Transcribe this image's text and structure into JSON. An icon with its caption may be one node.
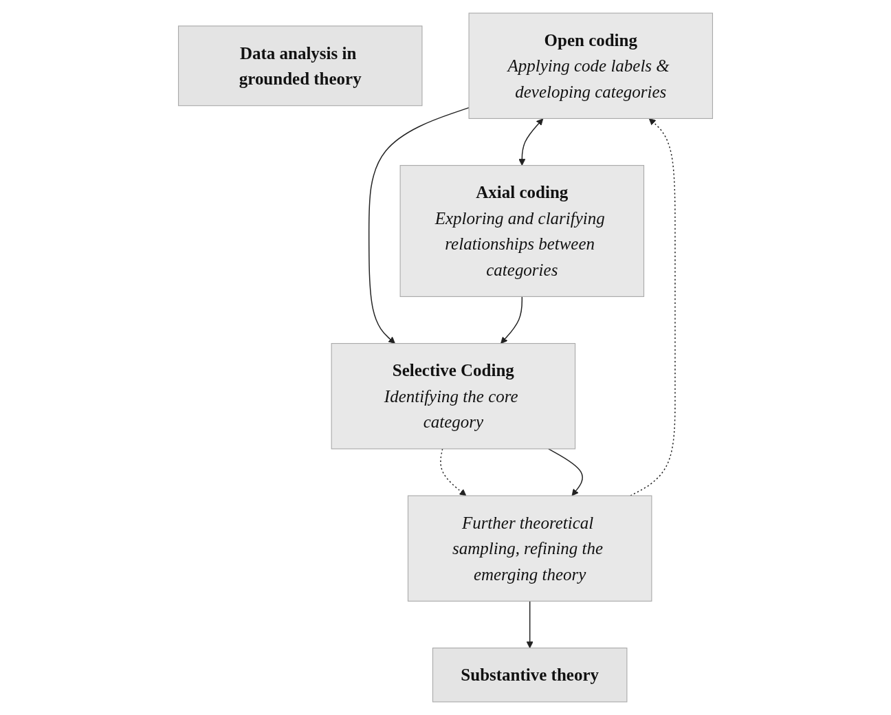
{
  "diagram": {
    "nodes": [
      {
        "text": [
          "Data analysis in grounded theory"
        ]
      },
      {
        "text": [
          "Open coding",
          "Applying code labels & developing categories"
        ]
      },
      {
        "text": [
          "Axial coding",
          "Exploring and clarifying relationships between categories"
        ]
      },
      {
        "text": [
          "Selective Coding",
          "Identifying the core category"
        ]
      },
      {
        "text": [
          "Further theoretical sampling, refining the emerging theory"
        ]
      },
      {
        "text": [
          "Substantive theory"
        ]
      }
    ],
    "edges": [
      {
        "from": 1,
        "to": 2,
        "arrow": "both"
      },
      {
        "from": 1,
        "to": 3,
        "arrow": "to"
      },
      {
        "from": 2,
        "to": 3,
        "arrow": "to"
      },
      {
        "from": 3,
        "to": 4,
        "arrow": "to",
        "style": "dashed"
      },
      {
        "from": 3,
        "to": 4,
        "arrow": "to"
      },
      {
        "from": 4,
        "to": 1,
        "arrow": "to",
        "style": "dashed"
      },
      {
        "from": 4,
        "to": 5,
        "arrow": "to"
      }
    ]
  }
}
